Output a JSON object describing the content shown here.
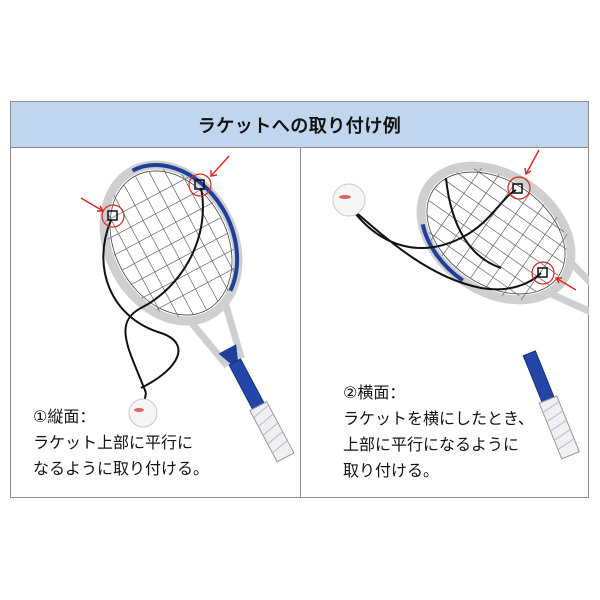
{
  "header": {
    "title": "ラケットへの取り付け例"
  },
  "left_panel": {
    "caption_lines": [
      "①縦面：",
      "ラケット上部に平行に",
      "なるように取り付ける。"
    ]
  },
  "right_panel": {
    "caption_lines": [
      "②横面：",
      "ラケットを横にしたとき、",
      "上部に平行になるように",
      "取り付ける。"
    ]
  },
  "colors": {
    "header_bg": "#bfd6ee",
    "racket_blue": "#1f3f9c",
    "arrow_red": "#d9281e",
    "cord": "#111111"
  }
}
